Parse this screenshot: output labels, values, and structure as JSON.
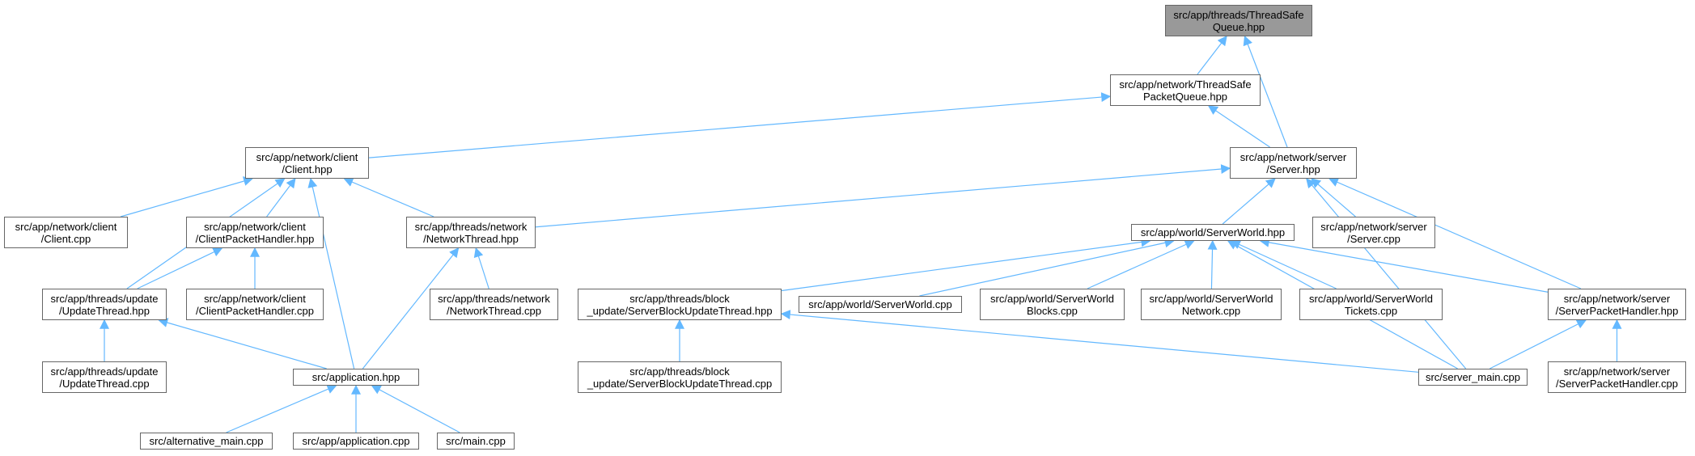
{
  "diagram": {
    "edge_color": "#63b8ff",
    "root_fill": "#999999",
    "nodes": [
      {
        "id": "tsq",
        "label": "src/app/threads/ThreadSafe\nQueue.hpp",
        "root": true
      },
      {
        "id": "tspq",
        "label": "src/app/network/ThreadSafe\nPacketQueue.hpp"
      },
      {
        "id": "client_hpp",
        "label": "src/app/network/client\n/Client.hpp"
      },
      {
        "id": "server_hpp",
        "label": "src/app/network/server\n/Server.hpp"
      },
      {
        "id": "client_cpp",
        "label": "src/app/network/client\n/Client.cpp"
      },
      {
        "id": "cph_hpp",
        "label": "src/app/network/client\n/ClientPacketHandler.hpp"
      },
      {
        "id": "nt_hpp",
        "label": "src/app/threads/network\n/NetworkThread.hpp"
      },
      {
        "id": "sw_hpp",
        "label": "src/app/world/ServerWorld.hpp"
      },
      {
        "id": "server_cpp",
        "label": "src/app/network/server\n/Server.cpp"
      },
      {
        "id": "ut_hpp",
        "label": "src/app/threads/update\n/UpdateThread.hpp"
      },
      {
        "id": "cph_cpp",
        "label": "src/app/network/client\n/ClientPacketHandler.cpp"
      },
      {
        "id": "nt_cpp",
        "label": "src/app/threads/network\n/NetworkThread.cpp"
      },
      {
        "id": "sbut_hpp",
        "label": "src/app/threads/block\n_update/ServerBlockUpdateThread.hpp"
      },
      {
        "id": "sw_cpp",
        "label": "src/app/world/ServerWorld.cpp"
      },
      {
        "id": "swb_cpp",
        "label": "src/app/world/ServerWorld\nBlocks.cpp"
      },
      {
        "id": "swn_cpp",
        "label": "src/app/world/ServerWorld\nNetwork.cpp"
      },
      {
        "id": "swt_cpp",
        "label": "src/app/world/ServerWorld\nTickets.cpp"
      },
      {
        "id": "sph_hpp",
        "label": "src/app/network/server\n/ServerPacketHandler.hpp"
      },
      {
        "id": "ut_cpp",
        "label": "src/app/threads/update\n/UpdateThread.cpp"
      },
      {
        "id": "app_hpp",
        "label": "src/application.hpp"
      },
      {
        "id": "sbut_cpp",
        "label": "src/app/threads/block\n_update/ServerBlockUpdateThread.cpp"
      },
      {
        "id": "server_main",
        "label": "src/server_main.cpp"
      },
      {
        "id": "sph_cpp",
        "label": "src/app/network/server\n/ServerPacketHandler.cpp"
      },
      {
        "id": "alt_main",
        "label": "src/alternative_main.cpp"
      },
      {
        "id": "app_cpp",
        "label": "src/app/application.cpp"
      },
      {
        "id": "main_cpp",
        "label": "src/main.cpp"
      }
    ],
    "edges": [
      [
        "tsq",
        "tspq"
      ],
      [
        "tsq",
        "server_hpp"
      ],
      [
        "tspq",
        "client_hpp"
      ],
      [
        "tspq",
        "server_hpp"
      ],
      [
        "client_hpp",
        "client_cpp"
      ],
      [
        "client_hpp",
        "cph_hpp"
      ],
      [
        "client_hpp",
        "nt_hpp"
      ],
      [
        "client_hpp",
        "ut_hpp"
      ],
      [
        "client_hpp",
        "app_hpp"
      ],
      [
        "server_hpp",
        "nt_hpp"
      ],
      [
        "server_hpp",
        "sw_hpp"
      ],
      [
        "server_hpp",
        "server_cpp"
      ],
      [
        "server_hpp",
        "sph_hpp"
      ],
      [
        "server_hpp",
        "server_main"
      ],
      [
        "cph_hpp",
        "ut_hpp"
      ],
      [
        "cph_hpp",
        "cph_cpp"
      ],
      [
        "nt_hpp",
        "nt_cpp"
      ],
      [
        "nt_hpp",
        "app_hpp"
      ],
      [
        "sw_hpp",
        "sbut_hpp"
      ],
      [
        "sw_hpp",
        "sw_cpp"
      ],
      [
        "sw_hpp",
        "swb_cpp"
      ],
      [
        "sw_hpp",
        "swn_cpp"
      ],
      [
        "sw_hpp",
        "swt_cpp"
      ],
      [
        "sw_hpp",
        "sph_hpp"
      ],
      [
        "sw_hpp",
        "server_main"
      ],
      [
        "ut_hpp",
        "ut_cpp"
      ],
      [
        "ut_hpp",
        "app_hpp"
      ],
      [
        "sbut_hpp",
        "sbut_cpp"
      ],
      [
        "sbut_hpp",
        "server_main"
      ],
      [
        "sph_hpp",
        "server_main"
      ],
      [
        "sph_hpp",
        "sph_cpp"
      ],
      [
        "app_hpp",
        "alt_main"
      ],
      [
        "app_hpp",
        "app_cpp"
      ],
      [
        "app_hpp",
        "main_cpp"
      ]
    ]
  }
}
